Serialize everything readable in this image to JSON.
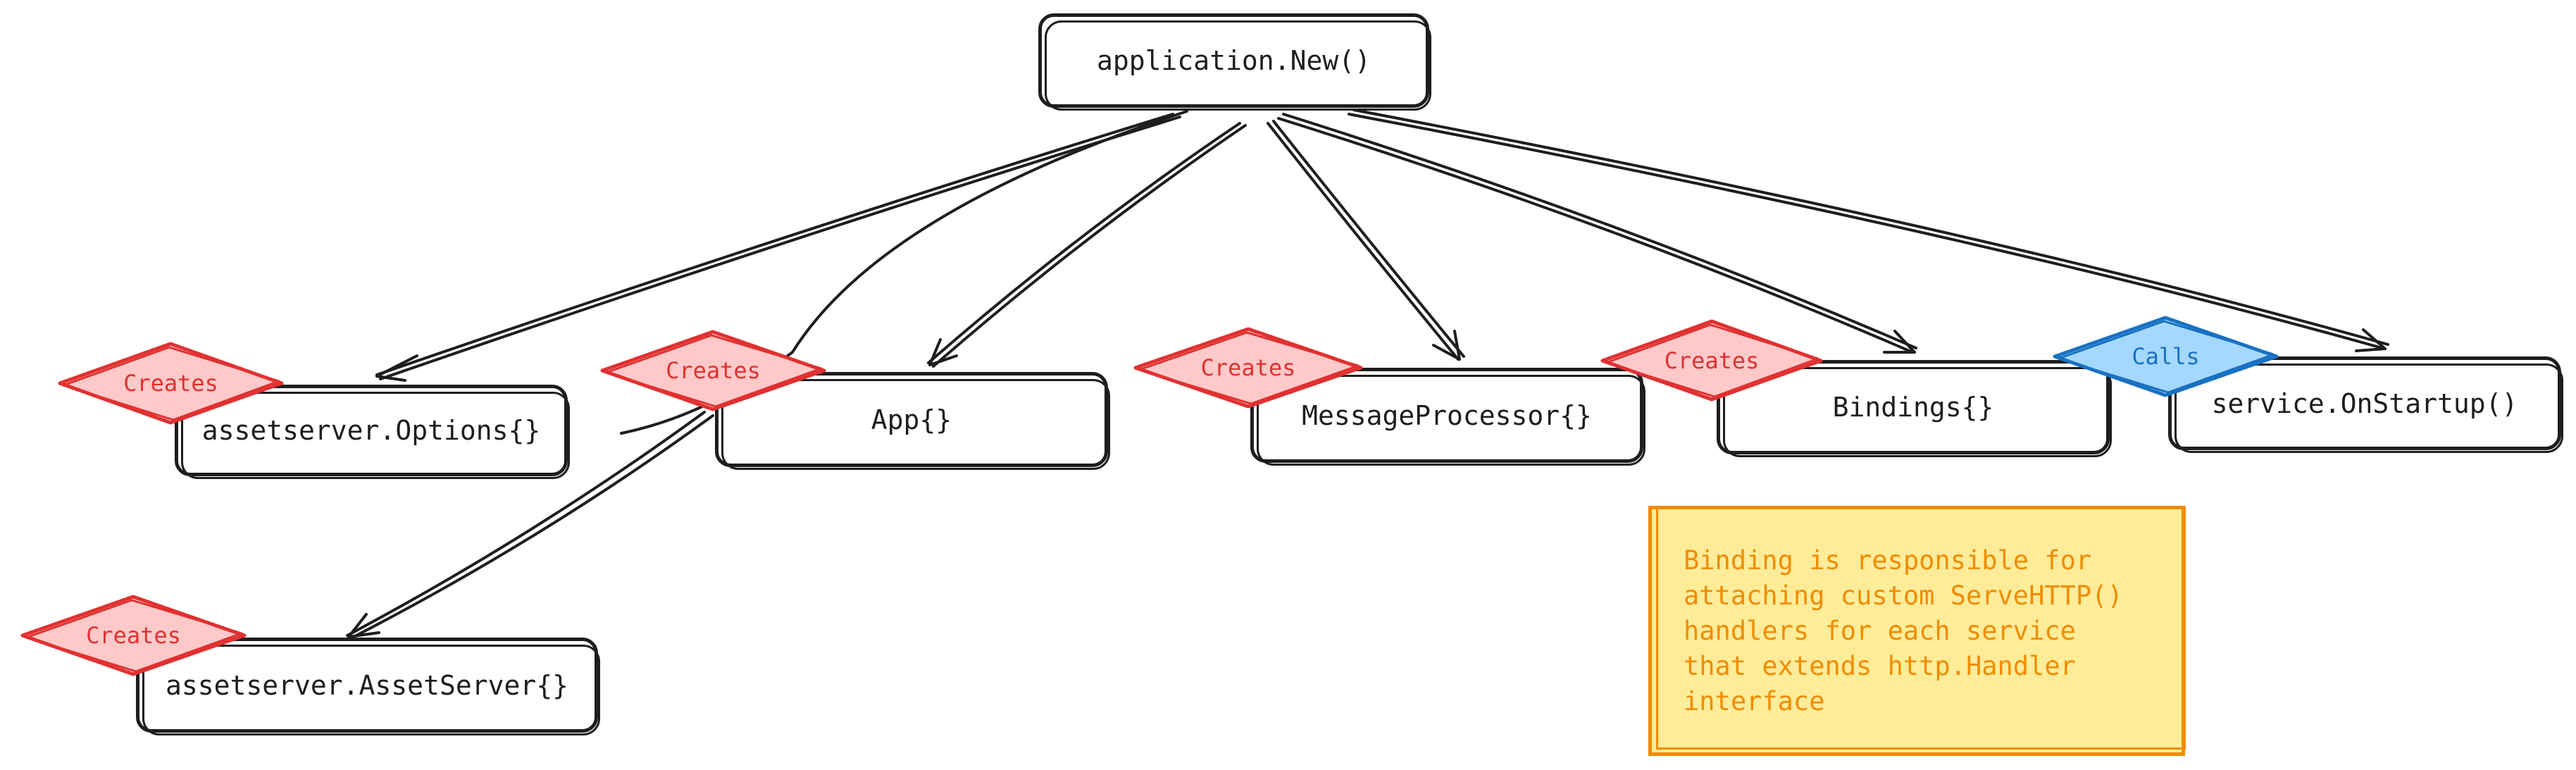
{
  "colors": {
    "stroke": "#1e1e1e",
    "creates_fill": "#ffc9c9",
    "creates_stroke": "#e03131",
    "calls_fill": "#a5d8ff",
    "calls_stroke": "#1971c2",
    "note_fill": "#ffec99",
    "note_stroke": "#f08c00"
  },
  "nodes": {
    "root": "application.New()",
    "options": "assetserver.Options{}",
    "app": "App{}",
    "message_processor": "MessageProcessor{}",
    "bindings": "Bindings{}",
    "on_startup": "service.OnStartup()",
    "asset_server": "assetserver.AssetServer{}"
  },
  "edge_labels": {
    "options": "Creates",
    "app": "Creates",
    "message_processor": "Creates",
    "bindings": "Creates",
    "on_startup": "Calls",
    "asset_server": "Creates"
  },
  "note": {
    "lines": [
      "Binding is responsible for",
      "attaching custom ServeHTTP()",
      "handlers for each service",
      "that extends http.Handler",
      "interface"
    ]
  }
}
